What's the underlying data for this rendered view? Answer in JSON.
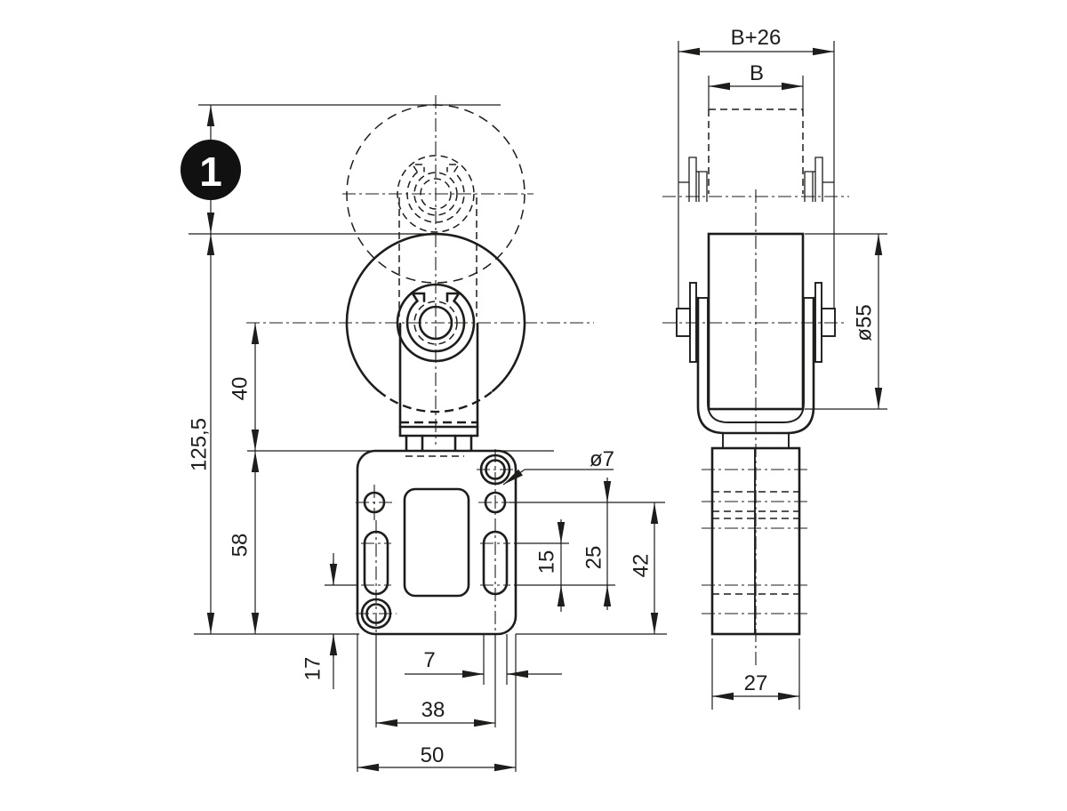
{
  "drawing": {
    "badge": {
      "label": "1"
    },
    "front": {
      "dim_overall_height": "125,5",
      "dim_roller_center_to_plate": "40",
      "dim_body_height": "58",
      "dim_slot_to_bottom": "17",
      "dim_slot_width": "7",
      "dim_hole_spacing": "38",
      "dim_body_width": "50",
      "dim_hole_dia": "ø7",
      "dim_slot_length": "15",
      "dim_hole_to_slot": "25",
      "dim_hole_to_bottom": "42"
    },
    "side": {
      "dim_overall_width": "B+26",
      "dim_roller_width": "B",
      "dim_roller_dia": "ø55",
      "dim_body_depth": "27"
    },
    "colors": {
      "line": "#1d1d1b",
      "background": "#ffffff",
      "badge_bg": "#111111",
      "badge_fg": "#ffffff"
    }
  }
}
